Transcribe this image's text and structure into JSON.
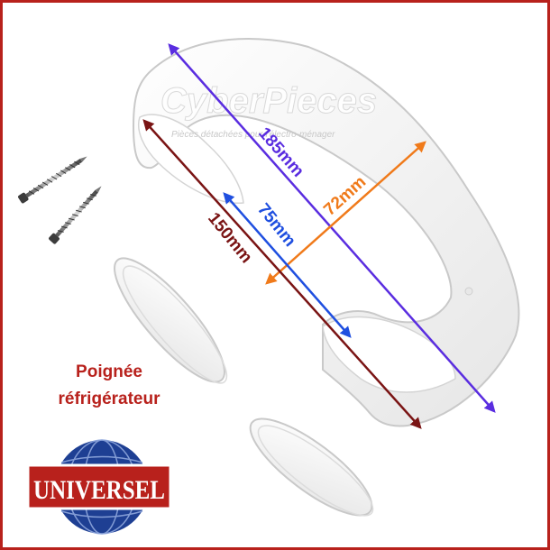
{
  "watermark": {
    "brand": "CyberPieces",
    "tagline": "Pièces détachées pour l'électro-ménager"
  },
  "dimensions": [
    {
      "name": "overall-length",
      "label": "185mm",
      "color": "#5a2de0"
    },
    {
      "name": "handle-depth",
      "label": "72mm",
      "color": "#f07a1a"
    },
    {
      "name": "grip-length",
      "label": "75mm",
      "color": "#1f4fe0"
    },
    {
      "name": "fixing-distance",
      "label": "150mm",
      "color": "#7a1414"
    }
  ],
  "caption": {
    "line1": "Poignée",
    "line2": "réfrigérateur"
  },
  "logo": {
    "text": "UNIVERSEL",
    "colors": {
      "globe": "#1e3f93",
      "band": "#b8211c",
      "text": "#ffffff"
    }
  },
  "colors": {
    "frame": "#b8211c",
    "part": "#f4f4f4",
    "part_edge": "#c9c9c9"
  }
}
